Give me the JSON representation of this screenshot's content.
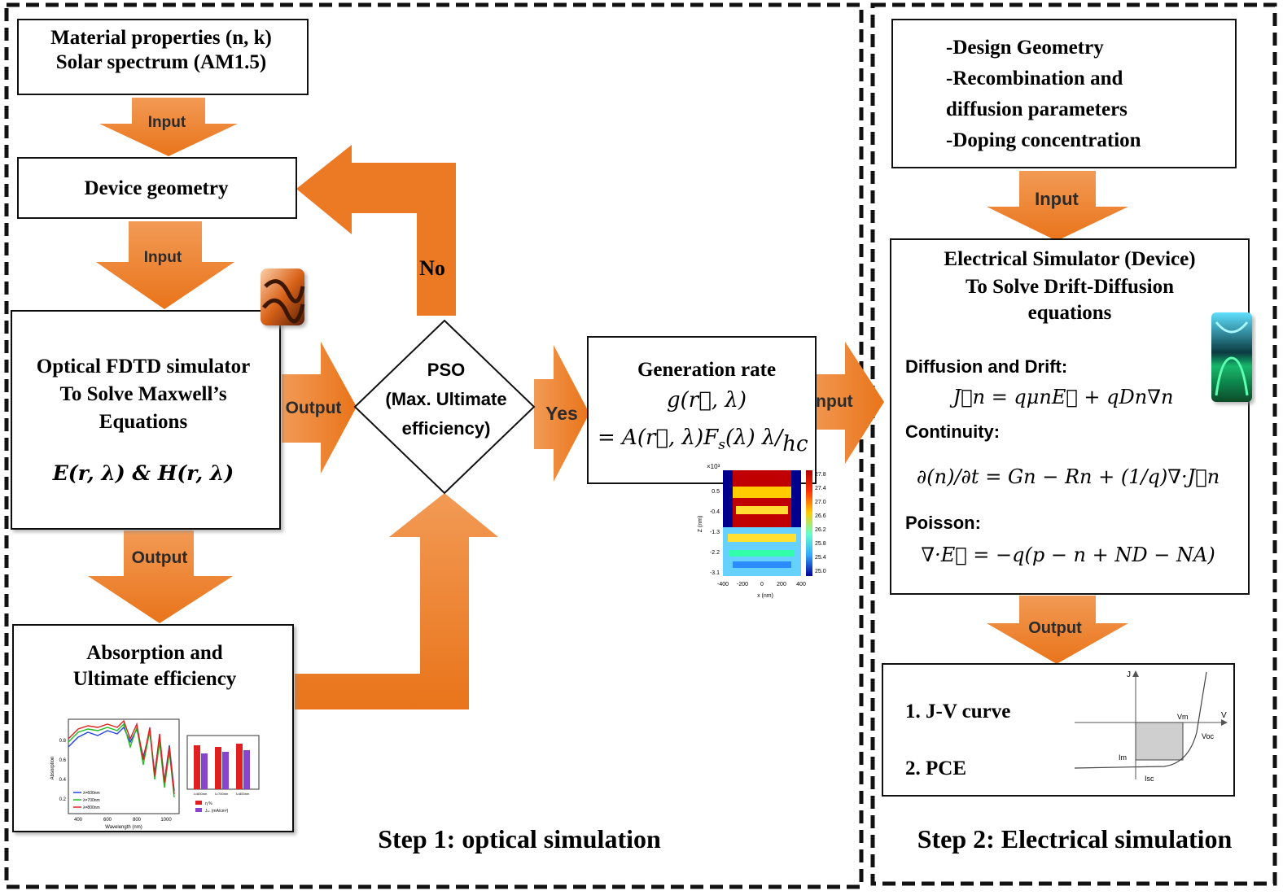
{
  "step1": {
    "title": "Step 1: optical simulation",
    "material_box": [
      "Material properties (n, k)",
      "Solar spectrum (AM1.5)"
    ],
    "device_box": "Device geometry",
    "fdtd_box": [
      "Optical FDTD simulator",
      "To Solve Maxwell’s",
      "Equations"
    ],
    "fdtd_formula": "E(r, λ) & H(r, λ)",
    "absorption_box": [
      "Absorption and",
      "Ultimate efficiency"
    ],
    "pso": [
      "PSO",
      "(Max. Ultimate",
      "efficiency)"
    ],
    "generation_title": "Generation rate",
    "generation_formula_1": "g(r⃗, λ)",
    "generation_formula_2": "= A(r⃗, λ)F",
    "generation_formula_2b": "s",
    "generation_formula_2c": "(λ) λ/",
    "generation_formula_2d": "hc"
  },
  "step2": {
    "title": "Step 2: Electrical simulation",
    "params": [
      "-Design Geometry",
      "-Recombination and",
      "diffusion parameters",
      "-Doping concentration"
    ],
    "simulator": [
      "Electrical Simulator (Device)",
      "To Solve Drift-Diffusion",
      "equations"
    ],
    "diffusion_label": "Diffusion and Drift:",
    "diffusion_eq": "J⃗n = qμnE⃗ + qDn∇n",
    "continuity_label": "Continuity:",
    "continuity_eq": "∂(n)/∂t = Gn − Rn + (1/q)∇·J⃗n",
    "poisson_label": "Poisson:",
    "poisson_eq": "∇·E⃗ = −q(p − n + ND − NA)",
    "outputs": [
      "1.  J-V curve",
      "2.  PCE"
    ]
  },
  "arrows": {
    "input": "Input",
    "output": "Output",
    "yes": "Yes",
    "no": "No"
  },
  "jv_plot": {
    "j": "J",
    "v": "V",
    "vm": "Vm",
    "voc": "Voc",
    "im": "Im",
    "isc": "Isc"
  },
  "heatmap": {
    "y_ticks": [
      "0.5",
      "-0.4",
      "-1.3",
      "-2.2",
      "-3.1"
    ],
    "x_ticks": [
      "-400",
      "-200",
      "0",
      "200",
      "400"
    ],
    "colorbar_ticks": [
      "27.8",
      "27.4",
      "27.0",
      "26.6",
      "26.2",
      "25.8",
      "25.4",
      "25.0"
    ],
    "scale": "×10³",
    "xlabel": "x (nm)",
    "ylabel": "Z (nm)"
  },
  "absorption_plot": {
    "y_ticks": [
      "0.8",
      "0.6",
      "0.4",
      "0.2"
    ],
    "x_ticks": [
      "400",
      "600",
      "800",
      "1000"
    ],
    "xlabel": "Wavelength (nm)",
    "ylabel": "Absorption",
    "legend": [
      "λ=600nm",
      "λ=700nm",
      "λ=800nm"
    ],
    "bar_legend": [
      "η %",
      "Jₛₙ (mA/cm²)"
    ],
    "bar_xlabels": [
      "λ=600nm",
      "λ=700nm",
      "λ=800nm"
    ]
  },
  "colors": {
    "arrow_fill": "#ef7d22",
    "arrow_light": "#f5a060",
    "frame": "#111111"
  }
}
